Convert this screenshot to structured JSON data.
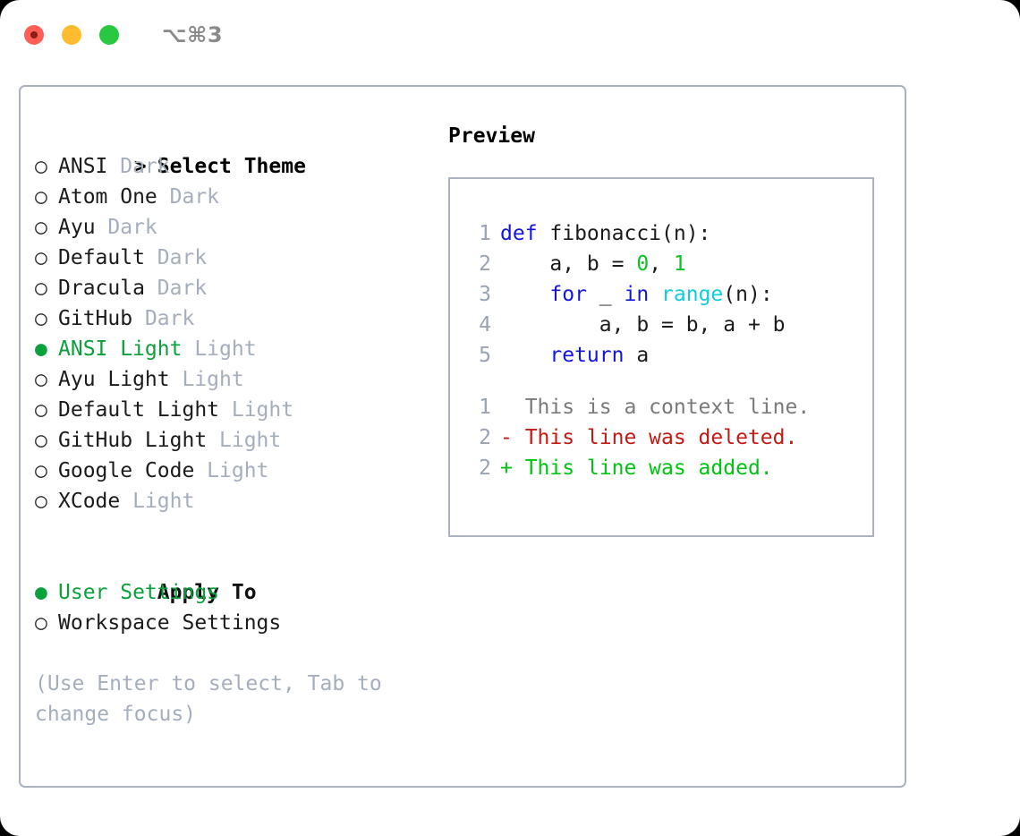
{
  "titlebar": {
    "shortcut": "⌥⌘3",
    "lights": [
      "close",
      "minimize",
      "maximize"
    ]
  },
  "theme_picker": {
    "header": "Select Theme",
    "header_marker": ">",
    "items": [
      {
        "marker": "○",
        "label": "ANSI",
        "tag": "Dark",
        "selected": false
      },
      {
        "marker": "○",
        "label": "Atom One",
        "tag": "Dark",
        "selected": false
      },
      {
        "marker": "○",
        "label": "Ayu",
        "tag": "Dark",
        "selected": false
      },
      {
        "marker": "○",
        "label": "Default",
        "tag": "Dark",
        "selected": false
      },
      {
        "marker": "○",
        "label": "Dracula",
        "tag": "Dark",
        "selected": false
      },
      {
        "marker": "○",
        "label": "GitHub",
        "tag": "Dark",
        "selected": false
      },
      {
        "marker": "●",
        "label": "ANSI Light",
        "tag": "Light",
        "selected": true
      },
      {
        "marker": "○",
        "label": "Ayu Light",
        "tag": "Light",
        "selected": false
      },
      {
        "marker": "○",
        "label": "Default Light",
        "tag": "Light",
        "selected": false
      },
      {
        "marker": "○",
        "label": "GitHub Light",
        "tag": "Light",
        "selected": false
      },
      {
        "marker": "○",
        "label": "Google Code",
        "tag": "Light",
        "selected": false
      },
      {
        "marker": "○",
        "label": "XCode",
        "tag": "Light",
        "selected": false
      }
    ]
  },
  "apply_to": {
    "header": "Apply To",
    "items": [
      {
        "marker": "●",
        "label": "User Settings",
        "selected": true
      },
      {
        "marker": "○",
        "label": "Workspace Settings",
        "selected": false
      }
    ]
  },
  "hint": "(Use Enter to select, Tab to change focus)",
  "preview": {
    "title": "Preview",
    "code_lines": [
      {
        "n": "1",
        "tokens": [
          {
            "t": "def",
            "c": "kw"
          },
          {
            "t": " fibonacci(n):",
            "c": "pl"
          }
        ]
      },
      {
        "n": "2",
        "tokens": [
          {
            "t": "    a, b = ",
            "c": "pl"
          },
          {
            "t": "0",
            "c": "num"
          },
          {
            "t": ", ",
            "c": "pl"
          },
          {
            "t": "1",
            "c": "num"
          }
        ]
      },
      {
        "n": "3",
        "tokens": [
          {
            "t": "    ",
            "c": "pl"
          },
          {
            "t": "for",
            "c": "kw"
          },
          {
            "t": " _ ",
            "c": "pl"
          },
          {
            "t": "in",
            "c": "kw"
          },
          {
            "t": " ",
            "c": "pl"
          },
          {
            "t": "range",
            "c": "fn"
          },
          {
            "t": "(n):",
            "c": "pl"
          }
        ]
      },
      {
        "n": "4",
        "tokens": [
          {
            "t": "        a, b = b, a + b",
            "c": "pl"
          }
        ]
      },
      {
        "n": "5",
        "tokens": [
          {
            "t": "    ",
            "c": "pl"
          },
          {
            "t": "return",
            "c": "kw"
          },
          {
            "t": " a",
            "c": "pl"
          }
        ]
      }
    ],
    "diff_lines": [
      {
        "n": "1",
        "text": "  This is a context line.",
        "kind": "diff-ctx"
      },
      {
        "n": "2",
        "text": "- This line was deleted.",
        "kind": "diff-del"
      },
      {
        "n": "2",
        "text": "+ This line was added.",
        "kind": "diff-add"
      }
    ]
  },
  "colors": {
    "accent_green": "#0aa03c",
    "tag_gray": "#a5aebd",
    "border": "#aab2c0",
    "keyword_blue": "#1414e0",
    "number_green": "#0ac421",
    "function_cyan": "#11ccdd",
    "diff_deleted_red": "#c31a14",
    "diff_added_green": "#00c411",
    "context_gray": "#7a7a7a",
    "light_red": "#ff5f57",
    "light_yellow": "#febc2e",
    "light_green": "#28c840"
  }
}
